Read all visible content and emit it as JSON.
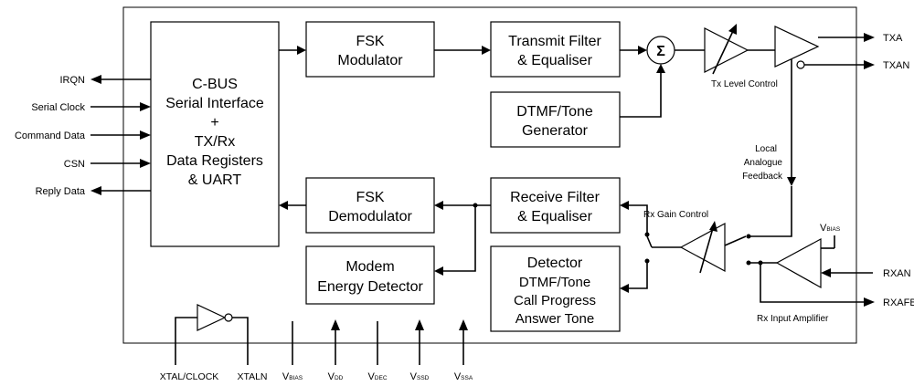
{
  "blocks": {
    "cbus": [
      "C-BUS",
      "Serial Interface",
      "+",
      "TX/Rx",
      "Data Registers",
      "& UART"
    ],
    "fsk_mod": [
      "FSK",
      "Modulator"
    ],
    "tx_filter": [
      "Transmit Filter",
      "& Equaliser"
    ],
    "dtmf_gen": [
      "DTMF/Tone",
      "Generator"
    ],
    "fsk_demod": [
      "FSK",
      "Demodulator"
    ],
    "rx_filter": [
      "Receive Filter",
      "& Equaliser"
    ],
    "energy_det": [
      "Modem",
      "Energy Detector"
    ],
    "detector": [
      "Detector",
      "DTMF/Tone",
      "Call Progress",
      "Answer Tone"
    ],
    "summer_symbol": "Σ"
  },
  "left_pins": {
    "irqn": "IRQN",
    "serial_clock": "Serial Clock",
    "command_data": "Command Data",
    "csn": "CSN",
    "reply_data": "Reply Data"
  },
  "right_pins": {
    "txa": "TXA",
    "txan": "TXAN",
    "rxan": "RXAN",
    "rxafb": "RXAFB"
  },
  "labels": {
    "tx_level_control": "Tx Level Control",
    "local_feedback": [
      "Local",
      "Analogue",
      "Feedback"
    ],
    "rx_gain_control": "Rx Gain Control",
    "rx_input_amp": "Rx Input Amplifier",
    "vbias_inner": {
      "main": "V",
      "sub": "BIAS"
    }
  },
  "bottom_pins": {
    "xtal_clock": "XTAL/CLOCK",
    "xtaln": "XTALN",
    "vbias": {
      "main": "V",
      "sub": "BIAS"
    },
    "vdd": {
      "main": "V",
      "sub": "DD"
    },
    "vdec": {
      "main": "V",
      "sub": "DEC"
    },
    "vssd": {
      "main": "V",
      "sub": "SSD"
    },
    "vssa": {
      "main": "V",
      "sub": "SSA"
    }
  }
}
